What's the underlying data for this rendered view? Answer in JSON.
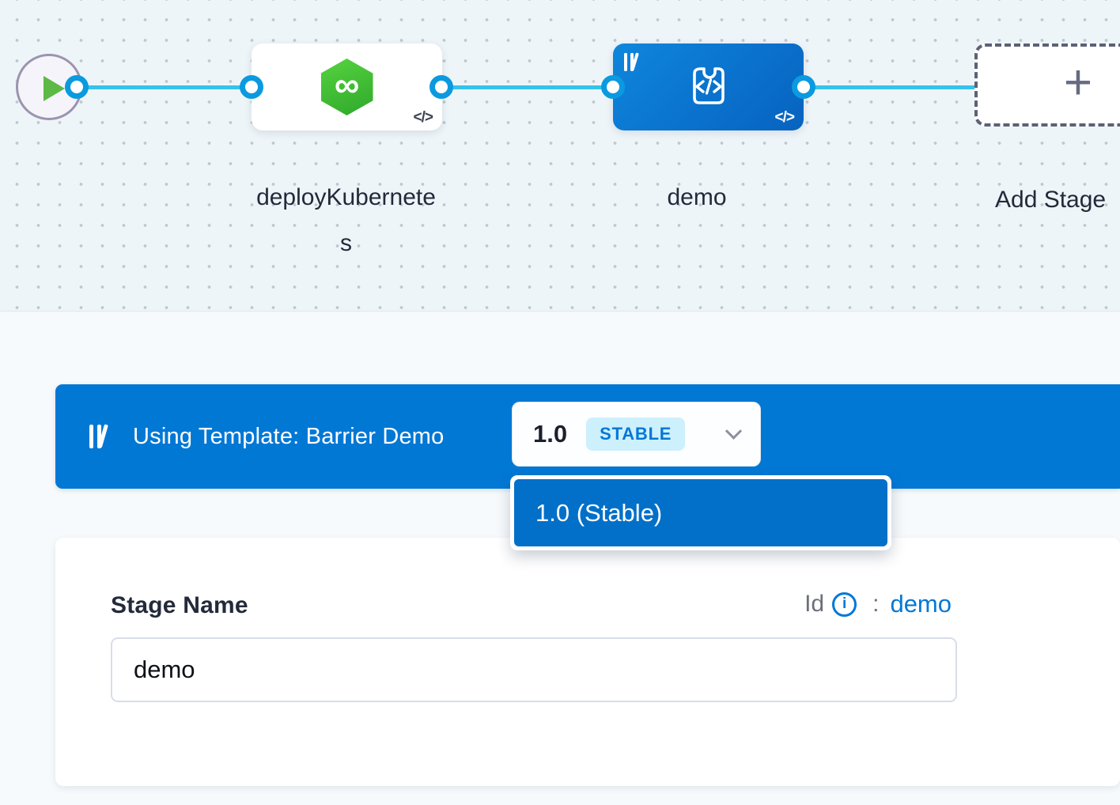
{
  "canvas": {
    "start_node": {
      "icon": "play-icon"
    },
    "stage_deploy": {
      "label": "deployKubernetes",
      "icon_glyph": "∞",
      "code_badge": "</>"
    },
    "stage_demo": {
      "label": "demo",
      "code_badge": "</>"
    },
    "add_stage": {
      "label": "Add Stage",
      "plus": "+"
    }
  },
  "template_banner": {
    "text": "Using Template: Barrier Demo",
    "version_value": "1.0",
    "version_badge": "STABLE"
  },
  "version_dropdown": {
    "selected_item": "1.0 (Stable)"
  },
  "stage_form": {
    "name_label": "Stage Name",
    "id_label": "Id",
    "id_info": "i",
    "id_colon": ":",
    "id_value": "demo",
    "name_value": "demo"
  },
  "colors": {
    "banner_blue": "#0278d5",
    "node_blue": "#0b76d0",
    "connector_cyan": "#35c3ea",
    "stable_badge_bg": "#cdf0fd",
    "play_green": "#5cb946",
    "hexagon_green": "#42c73a"
  }
}
